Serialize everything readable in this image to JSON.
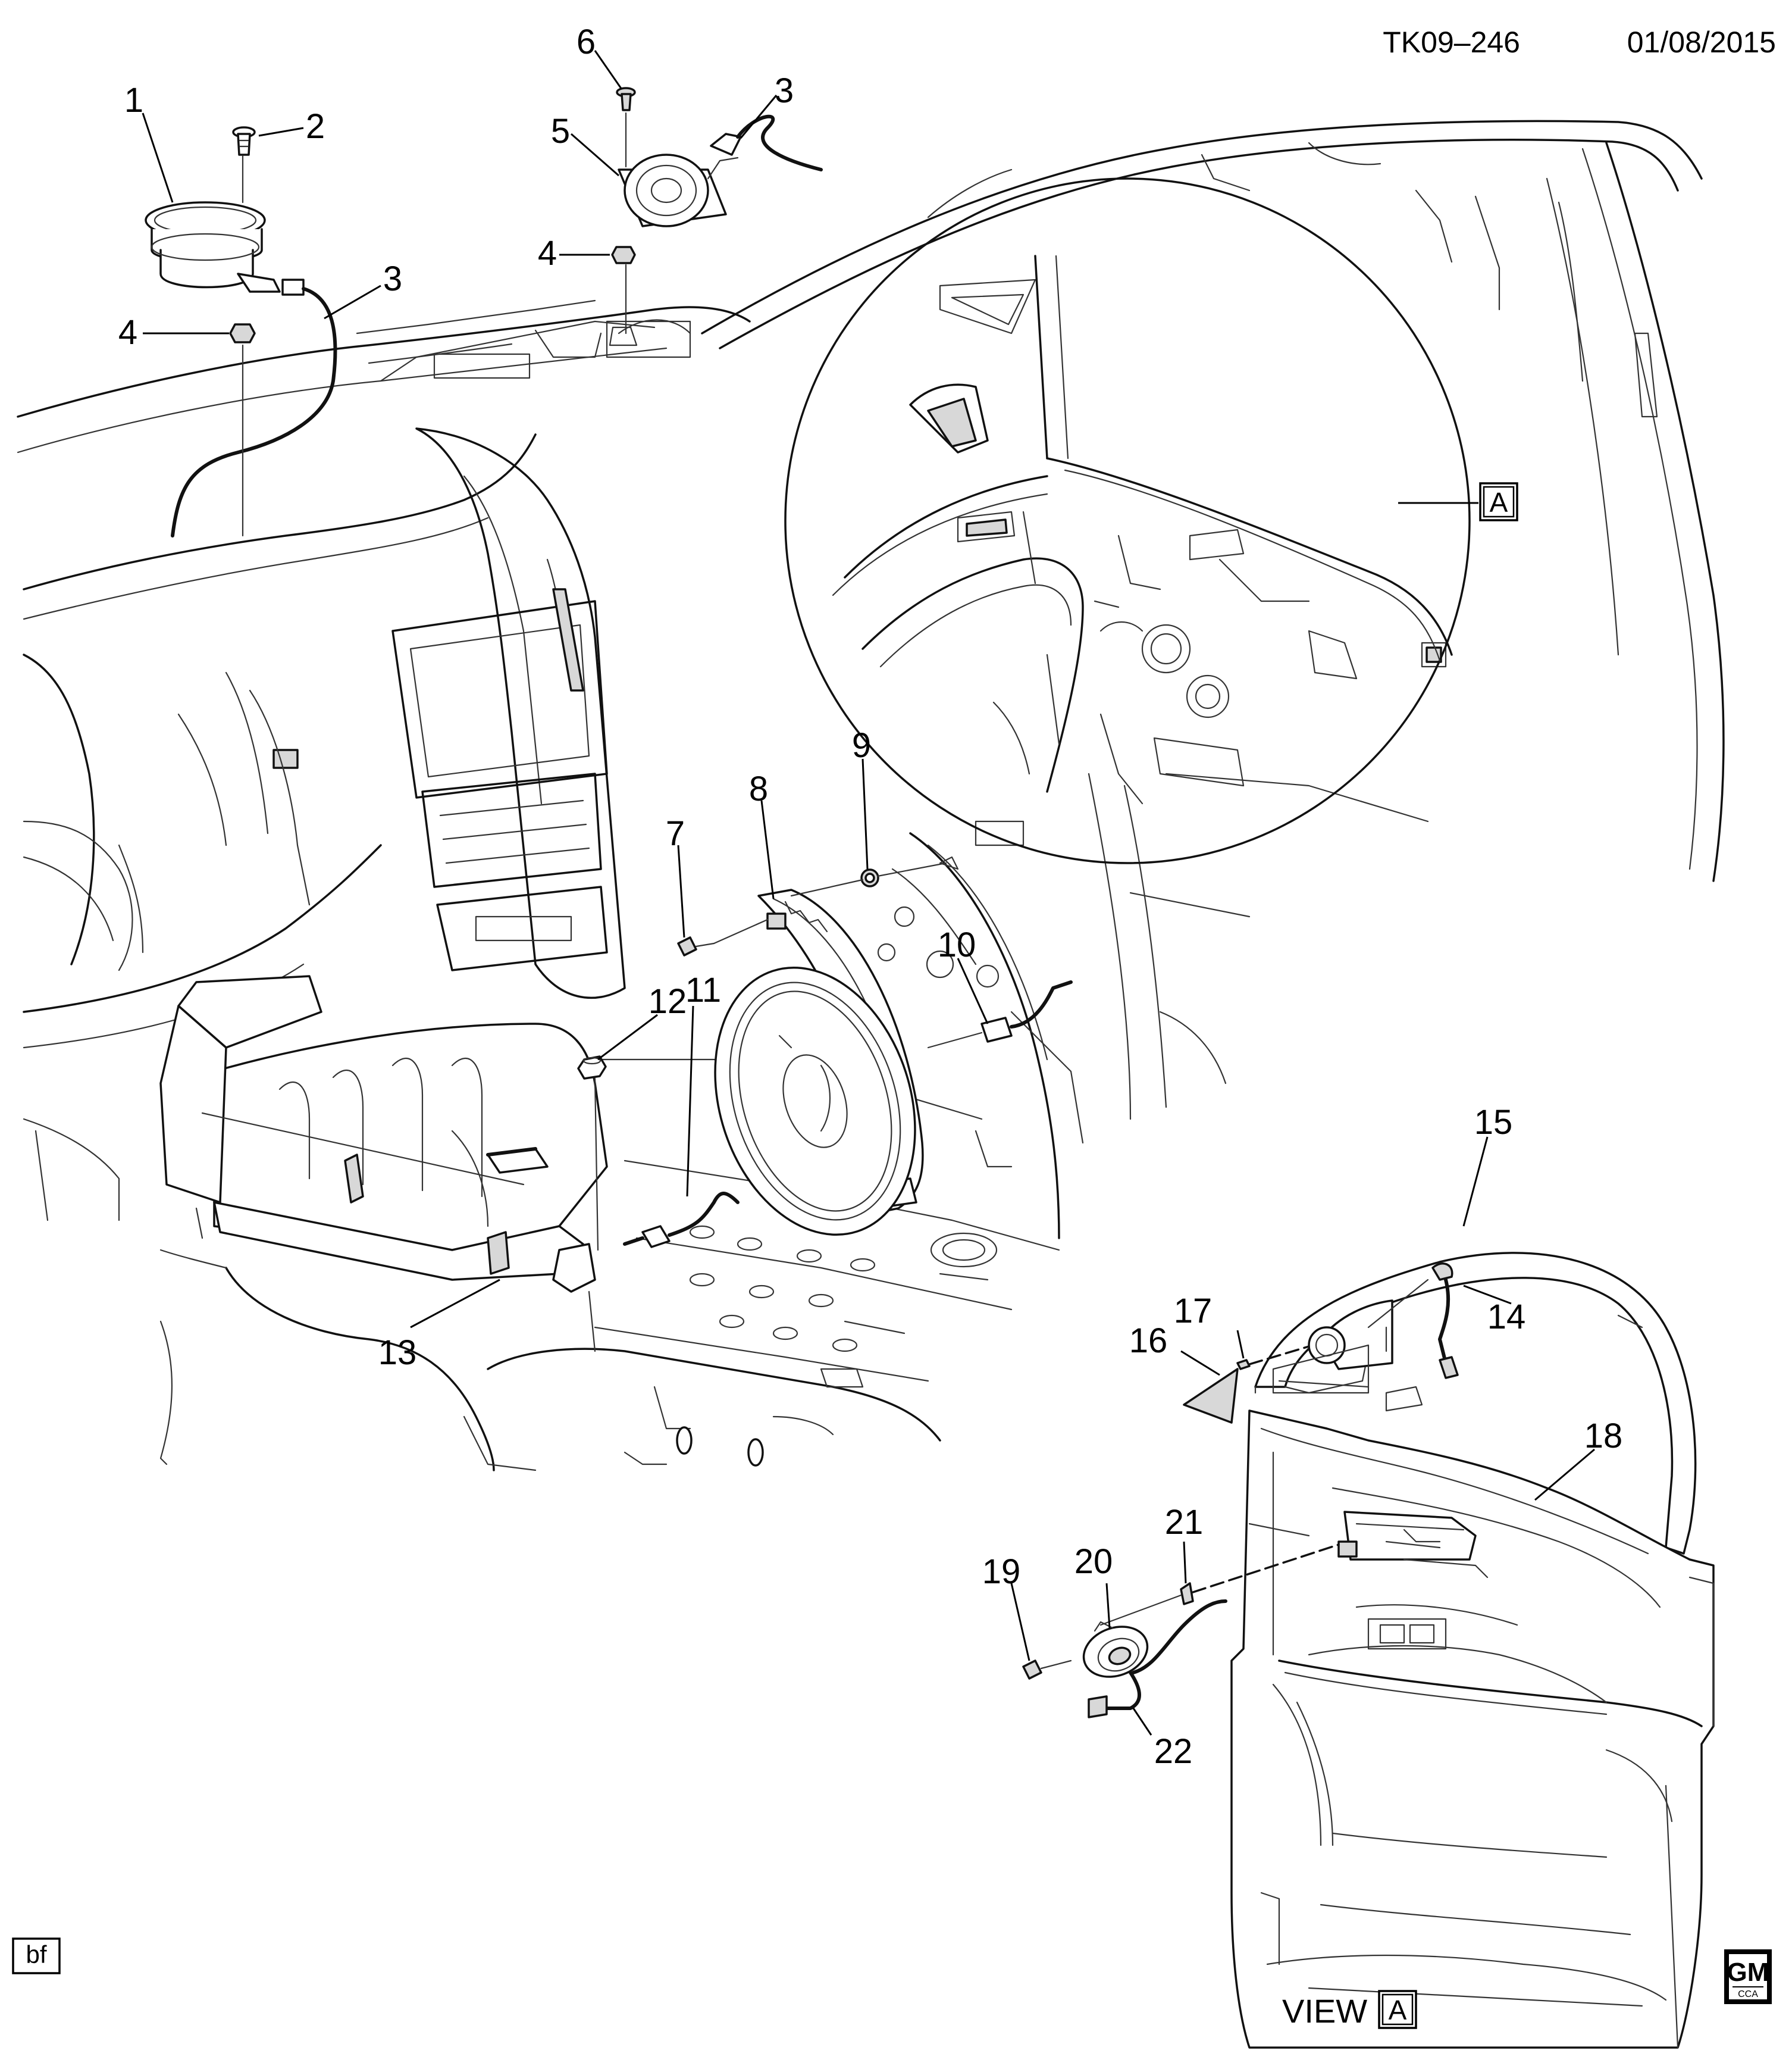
{
  "header": {
    "code": "TK09–246",
    "date": "01/08/2015"
  },
  "view_marker": {
    "label": "VIEW",
    "letter": "A"
  },
  "detail_box_letter": "A",
  "author_tag": "bf",
  "logo": {
    "text": "GM",
    "sub": "CCA"
  },
  "callouts": [
    {
      "id": "c1",
      "label": "1"
    },
    {
      "id": "c2",
      "label": "2"
    },
    {
      "id": "c3a",
      "label": "3"
    },
    {
      "id": "c3b",
      "label": "3"
    },
    {
      "id": "c4a",
      "label": "4"
    },
    {
      "id": "c4b",
      "label": "4"
    },
    {
      "id": "c5",
      "label": "5"
    },
    {
      "id": "c6",
      "label": "6"
    },
    {
      "id": "c7",
      "label": "7"
    },
    {
      "id": "c8",
      "label": "8"
    },
    {
      "id": "c9",
      "label": "9"
    },
    {
      "id": "c10",
      "label": "10"
    },
    {
      "id": "c11",
      "label": "11"
    },
    {
      "id": "c12",
      "label": "12"
    },
    {
      "id": "c13",
      "label": "13"
    },
    {
      "id": "c14",
      "label": "14"
    },
    {
      "id": "c15",
      "label": "15"
    },
    {
      "id": "c16",
      "label": "16"
    },
    {
      "id": "c17",
      "label": "17"
    },
    {
      "id": "c18",
      "label": "18"
    },
    {
      "id": "c19",
      "label": "19"
    },
    {
      "id": "c20",
      "label": "20"
    },
    {
      "id": "c21",
      "label": "21"
    },
    {
      "id": "c22",
      "label": "22"
    }
  ]
}
